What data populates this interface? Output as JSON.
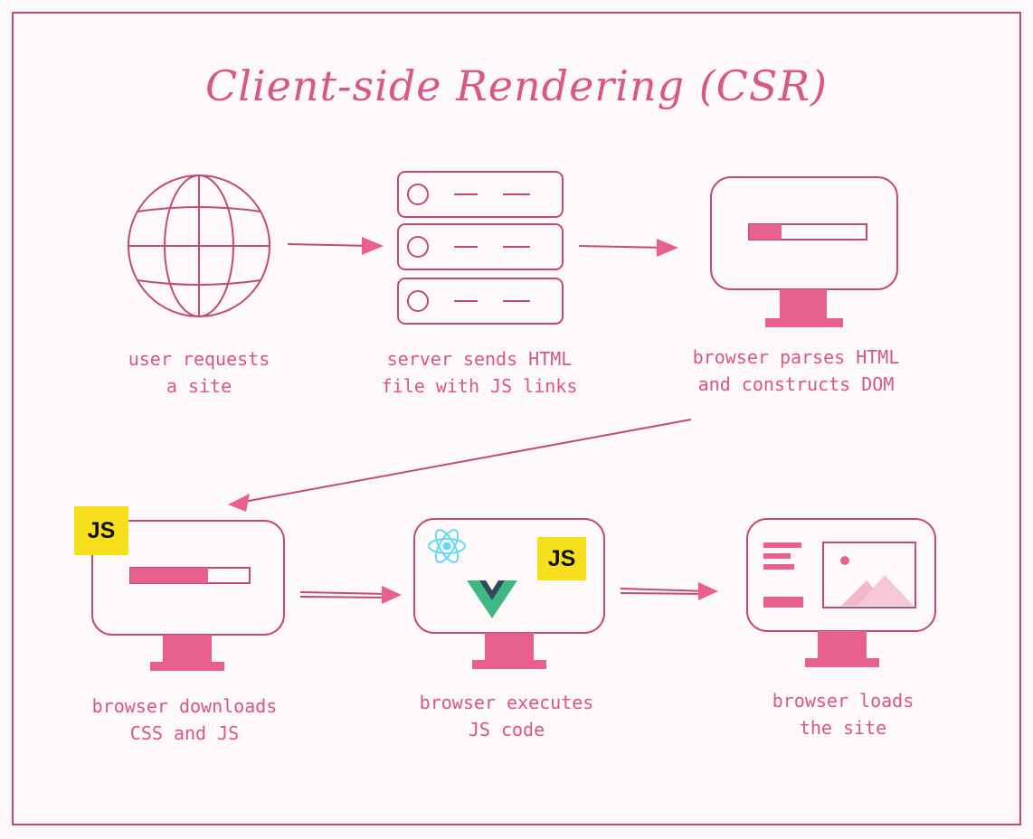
{
  "title": "Client-side Rendering (CSR)",
  "steps": [
    {
      "line1": "user requests",
      "line2": "a site"
    },
    {
      "line1": "server sends HTML",
      "line2": "file with JS links"
    },
    {
      "line1": "browser parses HTML",
      "line2": "and constructs DOM"
    },
    {
      "line1": "browser downloads",
      "line2": "CSS and JS"
    },
    {
      "line1": "browser executes",
      "line2": "JS code"
    },
    {
      "line1": "browser loads",
      "line2": "the site"
    }
  ],
  "badges": {
    "js": "JS"
  },
  "colors": {
    "stroke": "#c4487a",
    "accent": "#e8608c",
    "text": "#d9558a",
    "js": "#f7df1e",
    "react": "#61dafb",
    "vue_green": "#41b883",
    "vue_dark": "#34495e",
    "background": "#fdf9f8"
  },
  "icons": [
    "globe-icon",
    "server-icon",
    "monitor-icon",
    "react-icon",
    "vue-icon",
    "image-icon"
  ]
}
